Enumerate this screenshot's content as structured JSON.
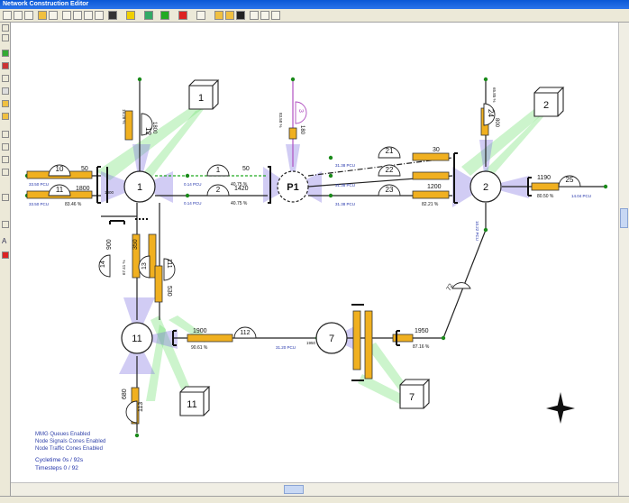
{
  "window": {
    "title": "Network Construction Editor"
  },
  "nodes": [
    {
      "id": "node-1",
      "label": "1"
    },
    {
      "id": "node-2",
      "label": "2"
    },
    {
      "id": "node-p1",
      "label": "P1"
    },
    {
      "id": "node-11",
      "label": "11"
    },
    {
      "id": "node-7",
      "label": "7"
    }
  ],
  "zones": [
    "1",
    "2",
    "11",
    "7"
  ],
  "links": {
    "l10": "10",
    "l11": "11",
    "l1": "1",
    "l2": "2",
    "l21": "21",
    "l22": "22",
    "l23": "23",
    "l25": "25",
    "l12": "12",
    "l3": "3",
    "l24": "24",
    "l14": "14",
    "l13": "13",
    "l111": "111",
    "l112": "112",
    "l113": "113",
    "l72": "72"
  },
  "flows": {
    "f10": "50",
    "f11": "1800",
    "f1": "50",
    "f2": "1420",
    "f30": "30",
    "f1200": "1200",
    "f1190": "1190",
    "f900a": "900",
    "f350": "350",
    "f530": "530",
    "f1900": "1900",
    "f1950": "1950",
    "f680": "680",
    "f1800v": "1800",
    "f800": "800",
    "f180": "180"
  },
  "labels": {
    "pcu_a": "33.50 PCU",
    "pcu_b": "33.50 PCU",
    "pct_a": "83.46 %",
    "pcu_c": "0.14 PCU",
    "pcu_d": "0.14 PCU",
    "pct_b": "40.75 %",
    "pct_c": "40.75 %",
    "pcu_e": "31.38 PCU",
    "pcu_f": "31.38 PCU",
    "pcu_g": "31.38 PCU",
    "pct_d": "82.21 %",
    "pct_e": "80.50 %",
    "pcu_h": "14.04 PCU",
    "pct_f": "67.41 %",
    "pct_g": "90.61 %",
    "pcu_i": "31.20 PCU",
    "pct_h": "87.16 %",
    "pcu_j": "10.22 PCU",
    "v_a": "19.28 %",
    "v_b": "65.85 %",
    "v_c": "83.58 %",
    "num_1800": "1800",
    "num_1950b": "1950"
  },
  "status": {
    "line1": "MMG Queues Enabled",
    "line2": "Node Signals Cones Enabled",
    "line3": "Node Traffic Cones Enabled",
    "cycletime": "Cycletime  0s / 92s",
    "timesteps": "Timesteps  0 / 92"
  }
}
